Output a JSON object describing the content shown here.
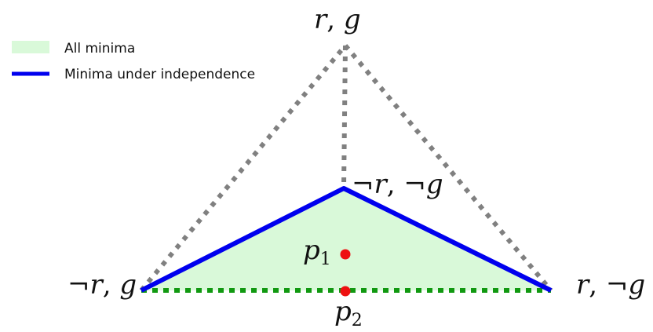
{
  "legend": {
    "items": [
      {
        "label": "All minima",
        "kind": "fill",
        "color": "#d9f9d9"
      },
      {
        "label": "Minima under independence",
        "kind": "line",
        "color": "#0000ee"
      }
    ]
  },
  "vertices": {
    "top": {
      "var1": "r",
      "sep": ", ",
      "var2": "g"
    },
    "center": {
      "neg1": "¬",
      "var1": "r",
      "sep": ", ",
      "neg2": "¬",
      "var2": "g"
    },
    "left": {
      "neg1": "¬",
      "var1": "r",
      "sep": ", ",
      "var2": "g"
    },
    "right": {
      "var1": "r",
      "sep": ", ",
      "neg2": "¬",
      "var2": "g"
    }
  },
  "points": [
    {
      "base": "p",
      "sub": "1",
      "color": "#ee1111"
    },
    {
      "base": "p",
      "sub": "2",
      "color": "#ee1111"
    }
  ],
  "colors": {
    "dotted_edges": "#808080",
    "base_edge": "#119911",
    "region_fill": "#d9f9d9",
    "independence_curve": "#0000ee"
  }
}
